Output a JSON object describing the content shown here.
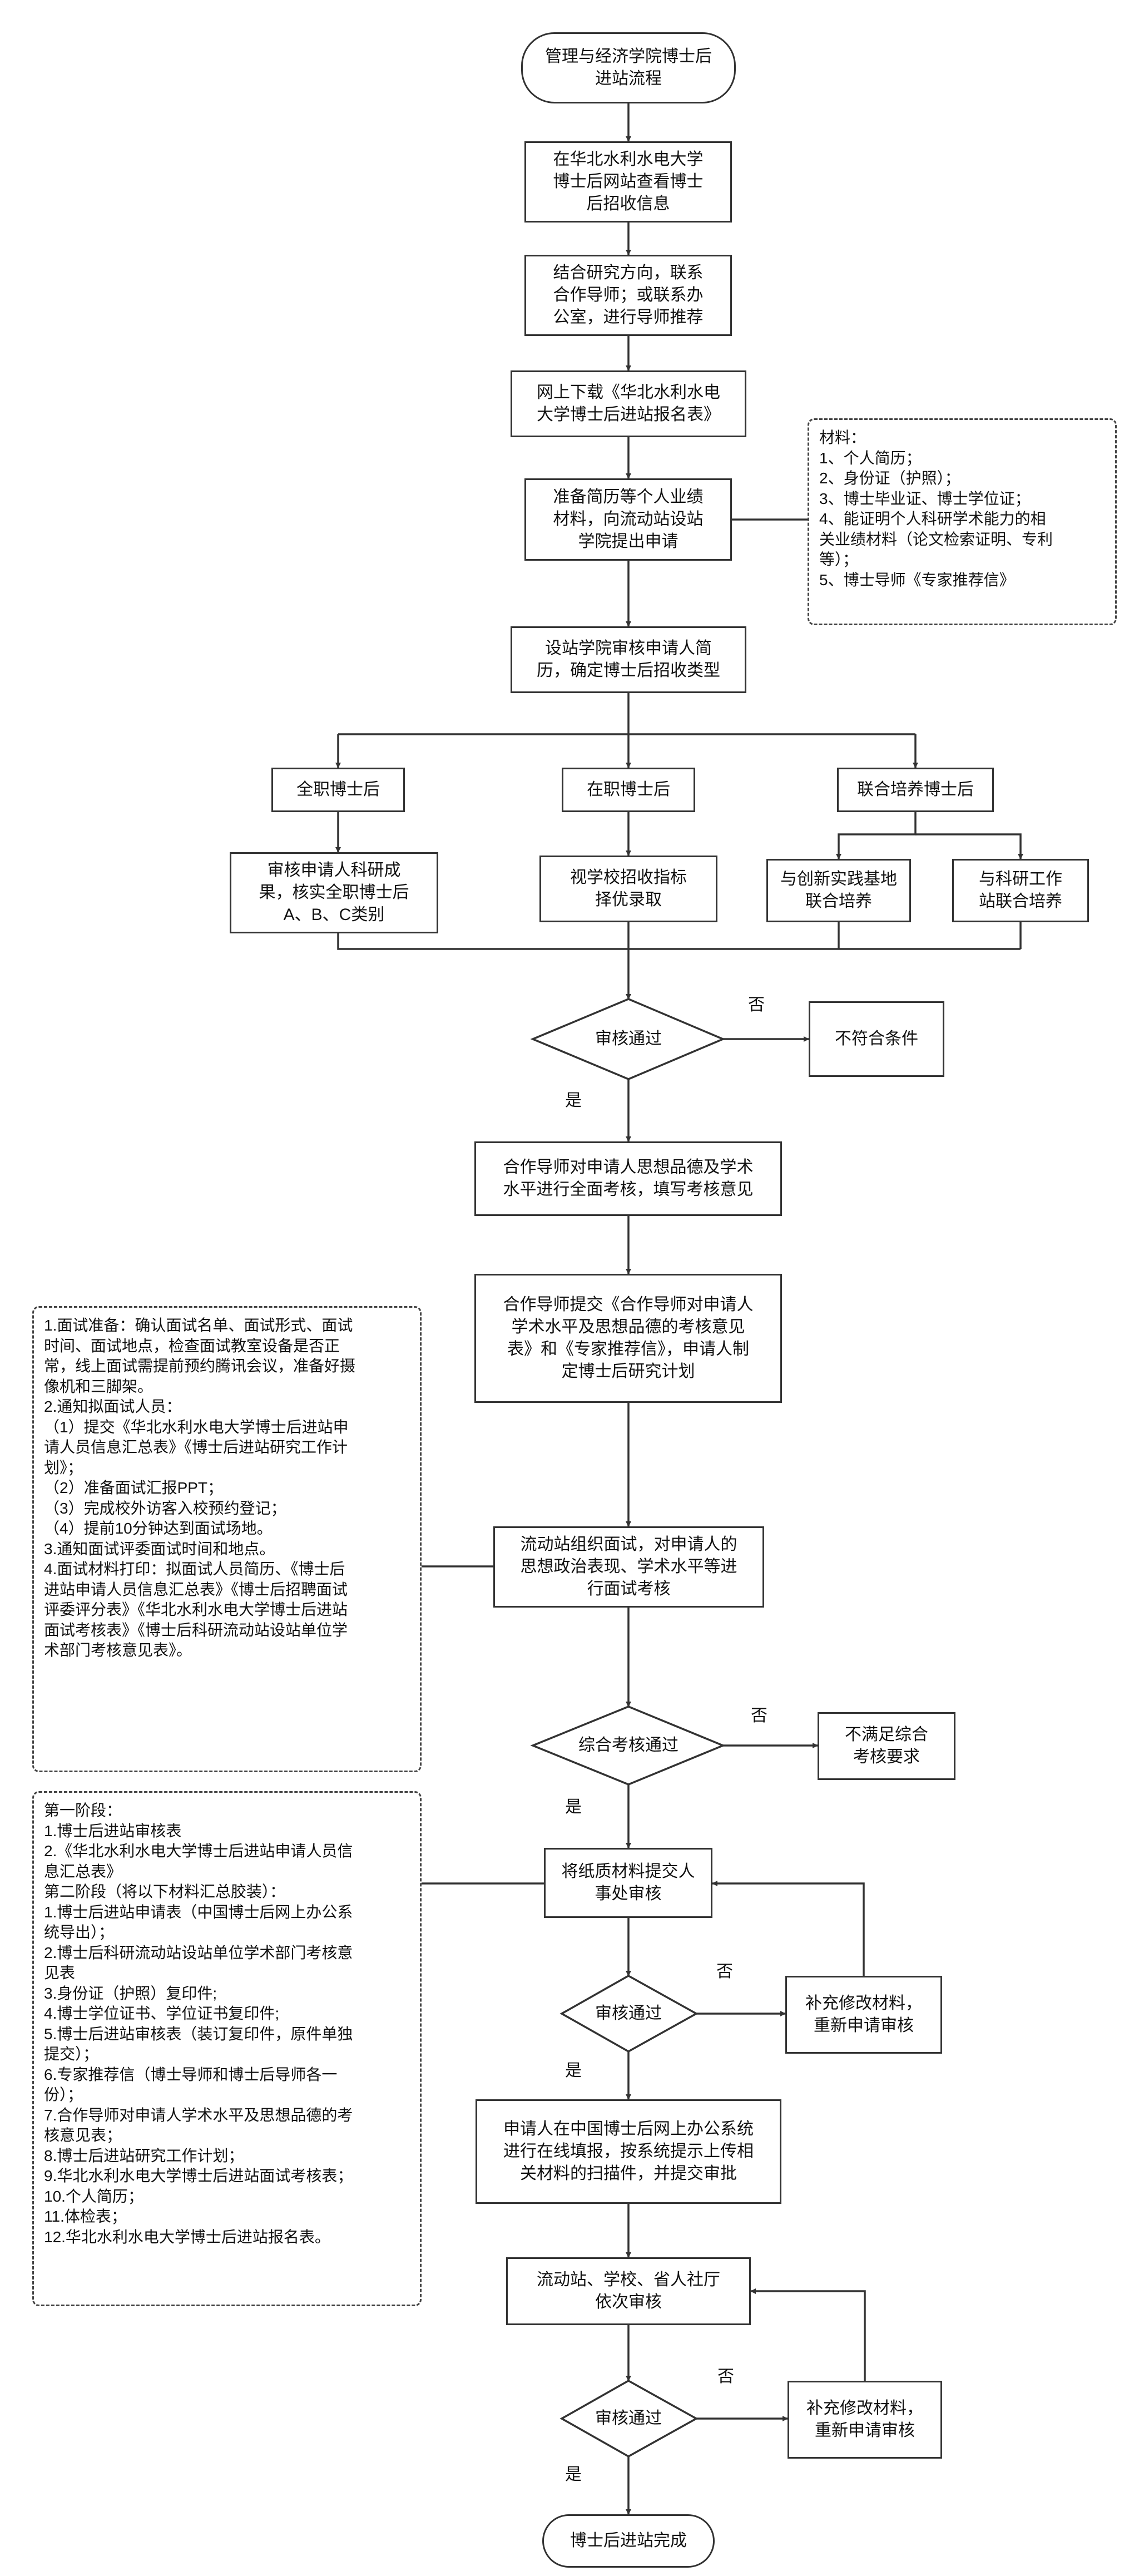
{
  "colors": {
    "line": "#333333",
    "background": "#ffffff",
    "text": "#111111"
  },
  "nodes": {
    "start": "管理与经济学院博士后\n进站流程",
    "check_info": "在华北水利水电大学\n博士后网站查看博士\n后招收信息",
    "contact_advisor": "结合研究方向，联系\n合作导师；或联系办\n公室，进行导师推荐",
    "download_form": "网上下载《华北水利水电\n大学博士后进站报名表》",
    "prepare_apply": "准备简历等个人业绩\n材料，向流动站设站\n学院提出申请",
    "college_review": "设站学院审核申请人简\n历，确定博士后招收类型",
    "fulltime": "全职博士后",
    "inservice": "在职博士后",
    "joint": "联合培养博士后",
    "fulltime_review": "审核申请人科研成\n果，核实全职博士后\nA、B、C类别",
    "inservice_review": "视学校招收指标\n择优录取",
    "joint_innovation": "与创新实践基地\n联合培养",
    "joint_research": "与科研工作\n站联合培养",
    "review_pass_1": "审核通过",
    "not_qualified": "不符合条件",
    "advisor_assess": "合作导师对申请人思想品德及学术\n水平进行全面考核，填写考核意见",
    "advisor_submit": "合作导师提交《合作导师对申请人\n学术水平及思想品德的考核意见\n表》和《专家推荐信》，申请人制\n定博士后研究计划",
    "interview": "流动站组织面试，对申请人的\n思想政治表现、学术水平等进\n行面试考核",
    "overall_pass": "综合考核通过",
    "not_meet": "不满足综合\n考核要求",
    "submit_paper": "将纸质材料提交人\n事处审核",
    "review_pass_2": "审核通过",
    "supplement_1": "补充修改材料，\n重新申请审核",
    "online_submit": "申请人在中国博士后网上办公系统\n进行在线填报，按系统提示上传相\n关材料的扫描件，并提交审批",
    "station_review": "流动站、学校、省人社厅\n依次审核",
    "review_pass_3": "审核通过",
    "supplement_2": "补充修改材料，\n重新申请审核",
    "complete": "博士后进站完成"
  },
  "labels": {
    "no": "否",
    "yes": "是"
  },
  "notes": {
    "materials": "材料：\n1、个人简历；\n2、身份证（护照）；\n3、博士毕业证、博士学位证；\n4、能证明个人科研学术能力的相\n关业绩材料（论文检索证明、专利\n等）；\n5、博士导师《专家推荐信》",
    "interview_prep": "1.面试准备：确认面试名单、面试形式、面试\n时间、面试地点，检查面试教室设备是否正\n常，线上面试需提前预约腾讯会议，准备好摄\n像机和三脚架。\n2.通知拟面试人员：\n（1）提交《华北水利水电大学博士后进站申\n请人员信息汇总表》《博士后进站研究工作计\n划》；\n（2）准备面试汇报PPT；\n（3）完成校外访客入校预约登记；\n（4）提前10分钟达到面试场地。\n3.通知面试评委面试时间和地点。\n4.面试材料打印：拟面试人员简历、《博士后\n进站申请人员信息汇总表》《博士后招聘面试\n评委评分表》《华北水利水电大学博士后进站\n面试考核表》《博士后科研流动站设站单位学\n术部门考核意见表》。",
    "stage_materials": "第一阶段：\n1.博士后进站审核表\n2.《华北水利水电大学博士后进站申请人员信\n息汇总表》\n第二阶段（将以下材料汇总胶装）：\n1.博士后进站申请表（中国博士后网上办公系\n统导出）；\n2.博士后科研流动站设站单位学术部门考核意\n见表\n3.身份证（护照）复印件;\n4.博士学位证书、学位证书复印件;\n5.博士后进站审核表（装订复印件，原件单独\n提交）；\n6.专家推荐信（博士导师和博士后导师各一\n份）；\n7.合作导师对申请人学术水平及思想品德的考\n核意见表；\n8.博士后进站研究工作计划；\n9.华北水利水电大学博士后进站面试考核表；\n10.个人简历；\n11.体检表；\n12.华北水利水电大学博士后进站报名表。"
  }
}
